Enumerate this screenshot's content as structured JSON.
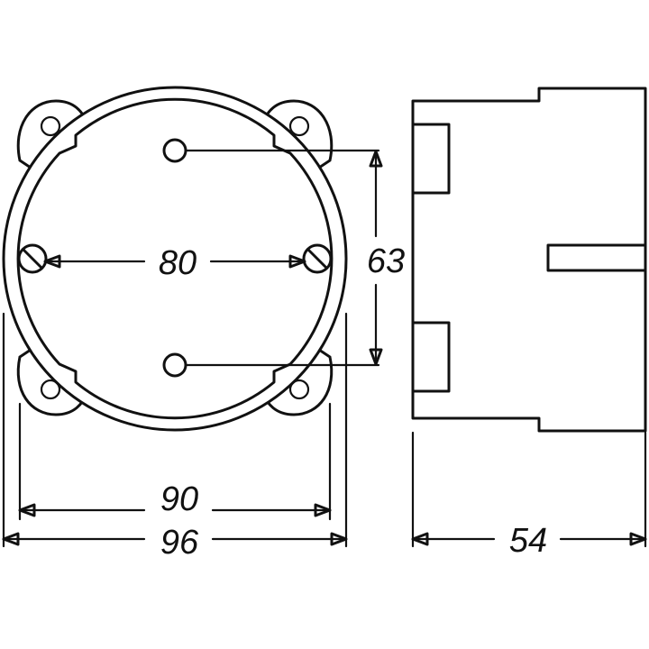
{
  "dimensions": {
    "mounting_screw_spacing": "80",
    "vertical_hole_spacing": "63",
    "inner_diameter": "90",
    "outer_diameter": "96",
    "depth": "54"
  },
  "colors": {
    "line": "#111111",
    "background": "#ffffff"
  }
}
